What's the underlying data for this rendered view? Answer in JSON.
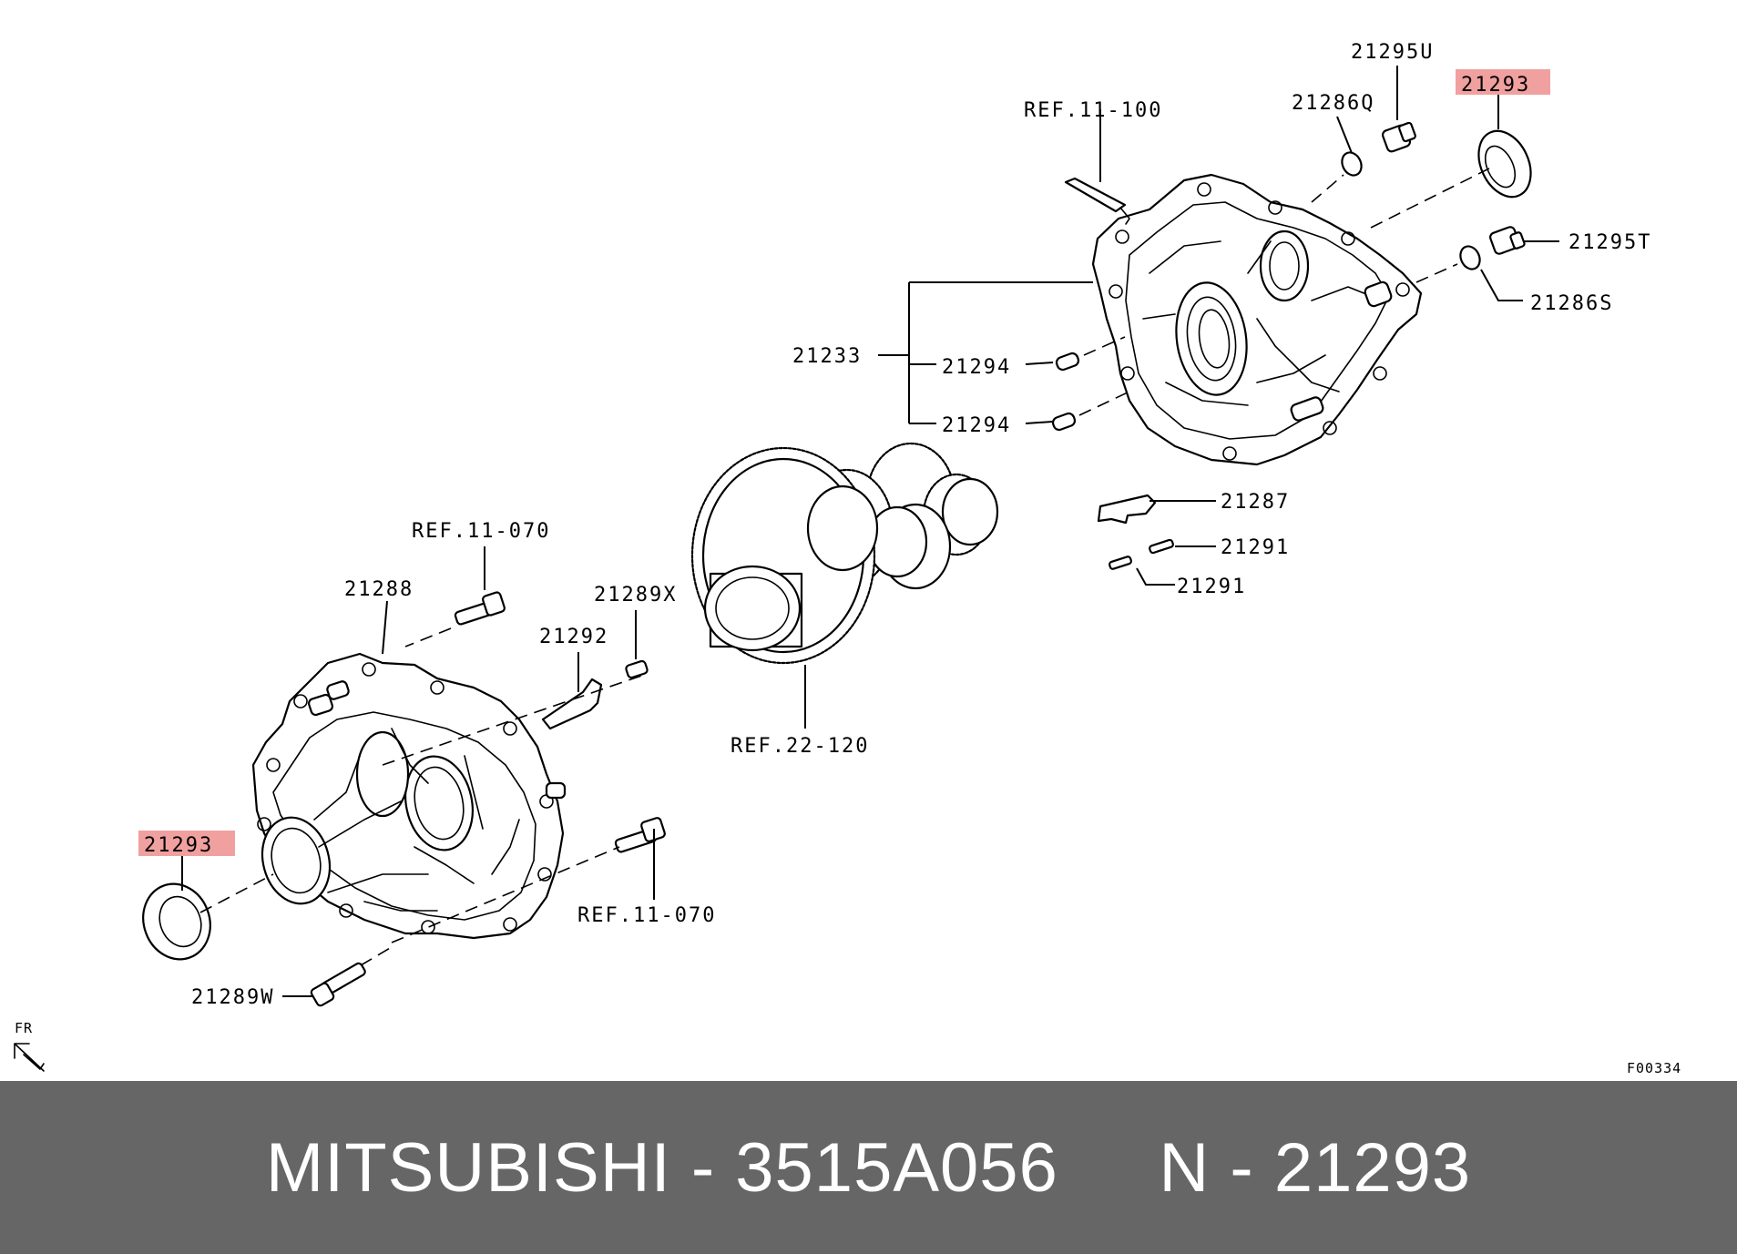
{
  "labels": {
    "ref_11_100": "REF.11-100",
    "p21295u": "21295U",
    "p21286q": "21286Q",
    "p21293_top": "21293",
    "p21295t": "21295T",
    "p21286s": "21286S",
    "p21233": "21233",
    "p21294_a": "21294",
    "p21294_b": "21294",
    "p21287": "21287",
    "p21291_a": "21291",
    "p21291_b": "21291",
    "ref_11_070_a": "REF.11-070",
    "p21288": "21288",
    "p21289x": "21289X",
    "p21292": "21292",
    "ref_22_120": "REF.22-120",
    "p21293_left": "21293",
    "ref_11_070_b": "REF.11-070",
    "p21289w": "21289W",
    "fr": "FR",
    "figure_code": "F00334"
  },
  "highlight_color": "#ef8f8f",
  "footer": {
    "text": "MITSUBISHI - 3515A056     N - 21293",
    "background": "#666666"
  }
}
